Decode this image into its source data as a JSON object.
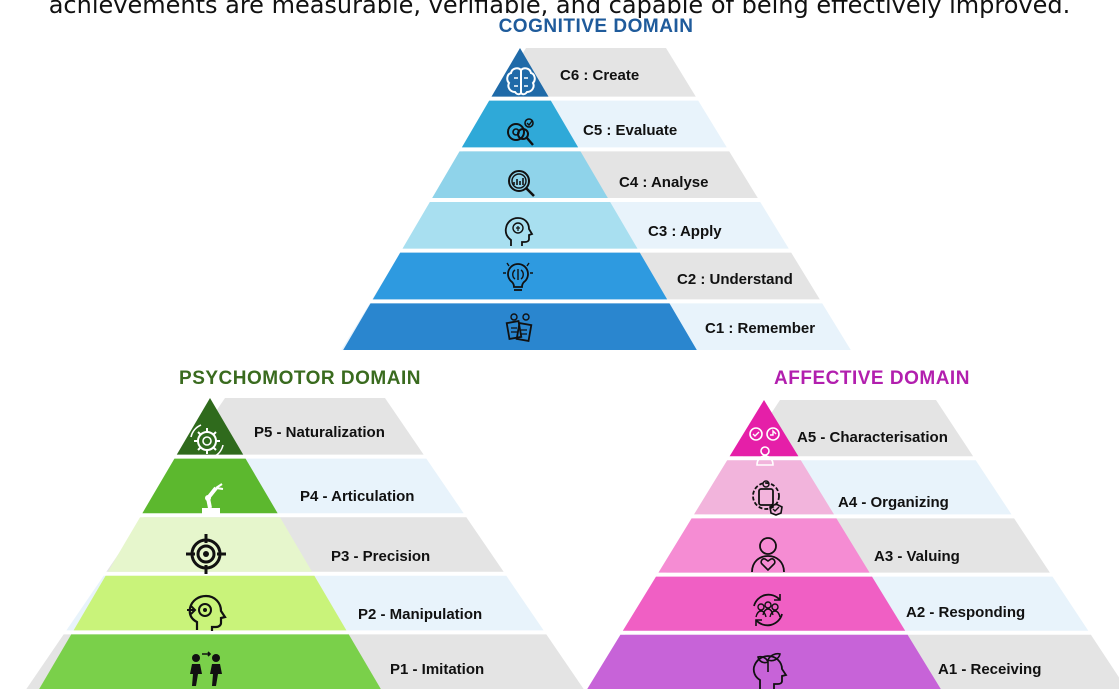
{
  "header_text": "achievements are measurable, verifiable, and capable of being effectively improved.",
  "cognitive": {
    "title": "COGNITIVE DOMAIN",
    "levels": [
      {
        "label": "C6 : Create",
        "icon": "brain-icon",
        "color": "#1f6aa8"
      },
      {
        "label": "C5 : Evaluate",
        "icon": "evaluate-gear-magnifier-icon",
        "color": "#2fa9d8"
      },
      {
        "label": "C4 : Analyse",
        "icon": "analyse-magnifier-chart-icon",
        "color": "#8fd3ea"
      },
      {
        "label": "C3 : Apply",
        "icon": "head-idea-icon",
        "color": "#a8dff0"
      },
      {
        "label": "C2 : Understand",
        "icon": "lightbulb-icon",
        "color": "#2e9ae0"
      },
      {
        "label": "C1 : Remember",
        "icon": "memory-notes-icon",
        "color": "#2a86cf"
      }
    ]
  },
  "psychomotor": {
    "title": "PSYCHOMOTOR DOMAIN",
    "levels": [
      {
        "label": "P5 - Naturalization",
        "icon": "gear-cycle-icon",
        "color": "#2f6a1c"
      },
      {
        "label": "P4 - Articulation",
        "icon": "robot-arm-icon",
        "color": "#5cb82e"
      },
      {
        "label": "P3 - Precision",
        "icon": "target-icon",
        "color": "#e6f6cc"
      },
      {
        "label": "P2 - Manipulation",
        "icon": "head-gears-icon",
        "color": "#c9f37a"
      },
      {
        "label": "P1 - Imitation",
        "icon": "people-imitation-icon",
        "color": "#7ad04a"
      }
    ]
  },
  "affective": {
    "title": "AFFECTIVE DOMAIN",
    "levels": [
      {
        "label": "A5 - Characterisation",
        "icon": "person-values-icon",
        "color": "#e51fa8"
      },
      {
        "label": "A4 - Organizing",
        "icon": "organize-badge-icon",
        "color": "#f2b4dc"
      },
      {
        "label": "A3 - Valuing",
        "icon": "person-heart-icon",
        "color": "#f58cd3"
      },
      {
        "label": "A2 - Responding",
        "icon": "group-cycle-icon",
        "color": "#f05fc4"
      },
      {
        "label": "A1 - Receiving",
        "icon": "head-plant-icon",
        "color": "#c763d8"
      }
    ]
  }
}
